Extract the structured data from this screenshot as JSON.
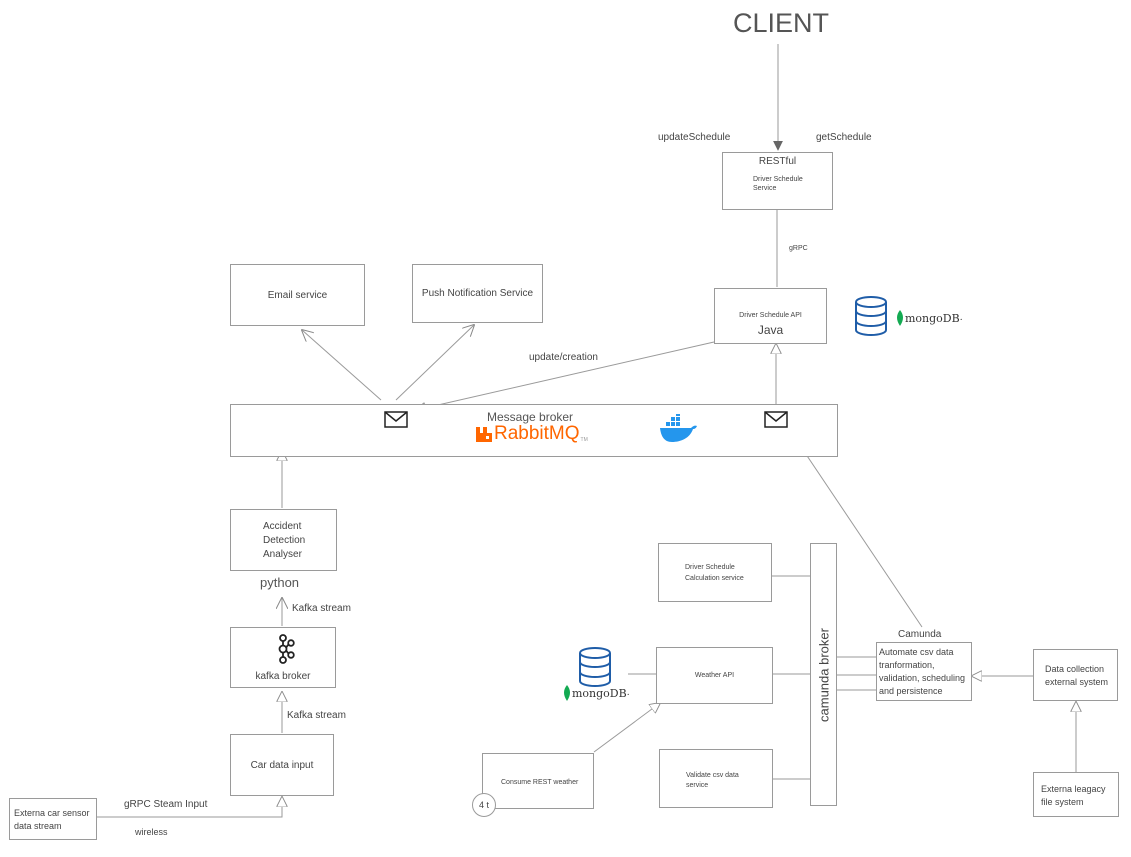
{
  "client": {
    "label": "CLIENT"
  },
  "edges": {
    "update_schedule": "updateSchedule",
    "get_schedule": "getSchedule",
    "grpc": "gRPC",
    "update_creation": "update/creation",
    "kafka_stream_top": "Kafka stream",
    "kafka_stream_bottom": "Kafka stream",
    "grpc_steam_input": "gRPC Steam Input",
    "wireless": "wireless",
    "camunda": "Camunda"
  },
  "restful": {
    "title": "RESTful",
    "line1": "Driver Schedule",
    "line2": "Service"
  },
  "driver_api": {
    "title": "Driver Schedule API",
    "lang": "Java"
  },
  "email": {
    "label": "Email service"
  },
  "push": {
    "label": "Push Notification Service"
  },
  "broker": {
    "title": "Message broker",
    "logo_text": "RabbitMQ",
    "logo_suffix": "TM"
  },
  "accident": {
    "line1": "Accident",
    "line2": "Detection",
    "line3": "Analyser",
    "lang": "python"
  },
  "kafka": {
    "label": "kafka broker"
  },
  "car_input": {
    "label": "Car data input"
  },
  "sensor": {
    "line1": "Externa car sensor",
    "line2": "data stream"
  },
  "calc_service": {
    "line1": "Driver Schedule",
    "line2": "Calculation service"
  },
  "camunda_broker": {
    "label": "camunda broker"
  },
  "weather_api": {
    "label": "Weather API"
  },
  "consume_weather": {
    "label": "Consume REST weather",
    "badge": "4 t"
  },
  "validate_csv": {
    "line1": "Validate csv data",
    "line2": "service"
  },
  "automate": {
    "line1": "Automate csv data",
    "line2": "tranformation,",
    "line3": "validation, scheduling",
    "line4": "and persistence"
  },
  "data_collection": {
    "line1": "Data collection",
    "line2": "external system"
  },
  "legacy": {
    "line1": "Externa leagacy",
    "line2": "file system"
  },
  "mongodb": {
    "label": "mongoDB",
    "suffix": "."
  },
  "colors": {
    "rabbit": "#ff6600",
    "docker": "#2496ed",
    "mongo_leaf": "#13aa52",
    "db_blue": "#1f5da8",
    "line": "#9a9a9a"
  }
}
